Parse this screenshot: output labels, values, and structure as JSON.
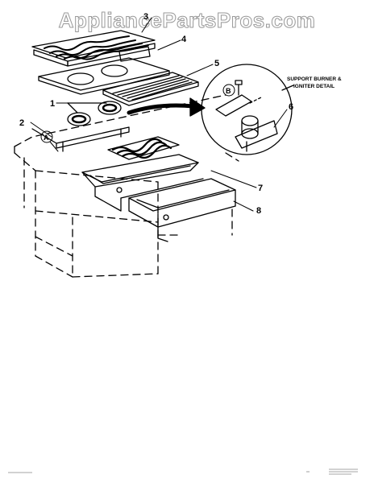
{
  "watermark": "AppliancePartsPros.com",
  "detail_title_line1": "SUPPORT BURNER &",
  "detail_title_line2": "IGNITER DETAIL",
  "callouts": {
    "c1": "1",
    "c2": "2",
    "c3": "3",
    "c4": "4",
    "c5": "5",
    "c6": "6",
    "c7": "7",
    "c8": "8",
    "cA": "A",
    "cB": "B"
  }
}
